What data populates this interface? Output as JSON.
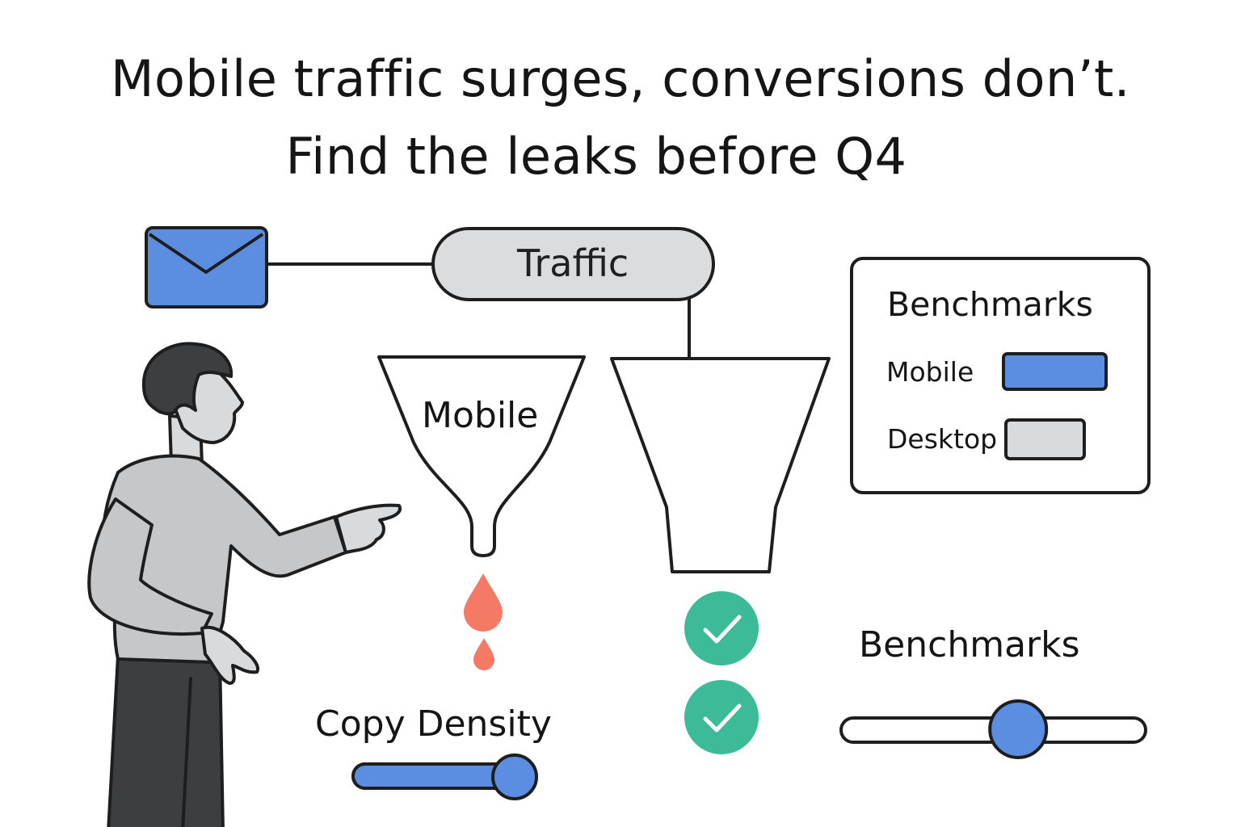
{
  "headline": {
    "line1": "Mobile traffic surges, conversions don’t.",
    "line2": "Find the leaks before Q4"
  },
  "traffic_node": {
    "label": "Traffic"
  },
  "funnels": {
    "mobile": {
      "label": "Mobile"
    },
    "desktop": {
      "label": ""
    }
  },
  "benchmarks_card": {
    "title": "Benchmarks",
    "rows": [
      {
        "label": "Mobile",
        "color": "#5b8de0"
      },
      {
        "label": "Desktop",
        "color": "#d8dadc"
      }
    ]
  },
  "copy_density": {
    "label": "Copy Density",
    "value": 1.0
  },
  "benchmarks_slider": {
    "label": "Benchmarks",
    "value": 0.6
  },
  "colors": {
    "accent_blue": "#5b8de0",
    "leak_red": "#f47a66",
    "check_green": "#3dbb98",
    "pill_gray": "#dadcde",
    "outline": "#1e1e1e"
  },
  "icons": {
    "mail": "mail-icon",
    "check": "check-circle-icon",
    "drop": "drop-icon",
    "person": "person-illustration"
  }
}
